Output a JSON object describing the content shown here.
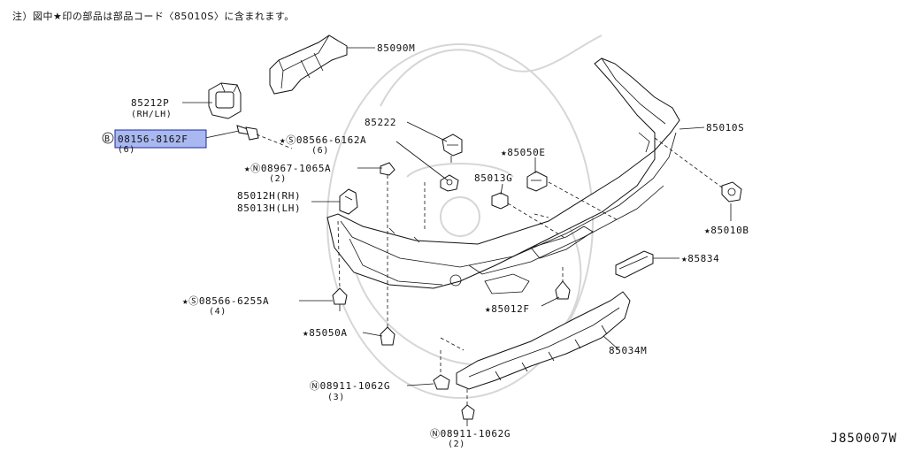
{
  "header": {
    "note": "注）図中★印の部品は部品コード〈85010S〉に含まれます。"
  },
  "footer": {
    "drawing_code": "J850007W"
  },
  "callouts": {
    "p85090M": "85090M",
    "p85212P": "85212P",
    "p85212P_sub": "(RH/LH)",
    "p08156": "08156-8162F",
    "p08156_prefix": "B",
    "p08156_sub": "(6)",
    "p85222": "85222",
    "p08566_6162A": "★Ⓢ08566-6162A",
    "p08566_6162A_sub": "(6)",
    "p08967": "★Ⓝ08967-1065A",
    "p08967_sub": "(2)",
    "p85012H": "85012H(RH)",
    "p85013H": "85013H(LH)",
    "p85013G": "85013G",
    "p85050E": "★85050E",
    "p85010S": "85010S",
    "p85010B": "★85010B",
    "p85834": "★85834",
    "p85012F": "★85012F",
    "p08566_6255A": "★Ⓢ08566-6255A",
    "p08566_6255A_sub": "(4)",
    "p85034M": "85034M",
    "p85050A": "★85050A",
    "p08911_a": "Ⓝ08911-1062G",
    "p08911_a_sub": "(3)",
    "p08911_b": "Ⓝ08911-1062G",
    "p08911_b_sub": "(2)"
  },
  "highlight_color": "#a9b8f0"
}
